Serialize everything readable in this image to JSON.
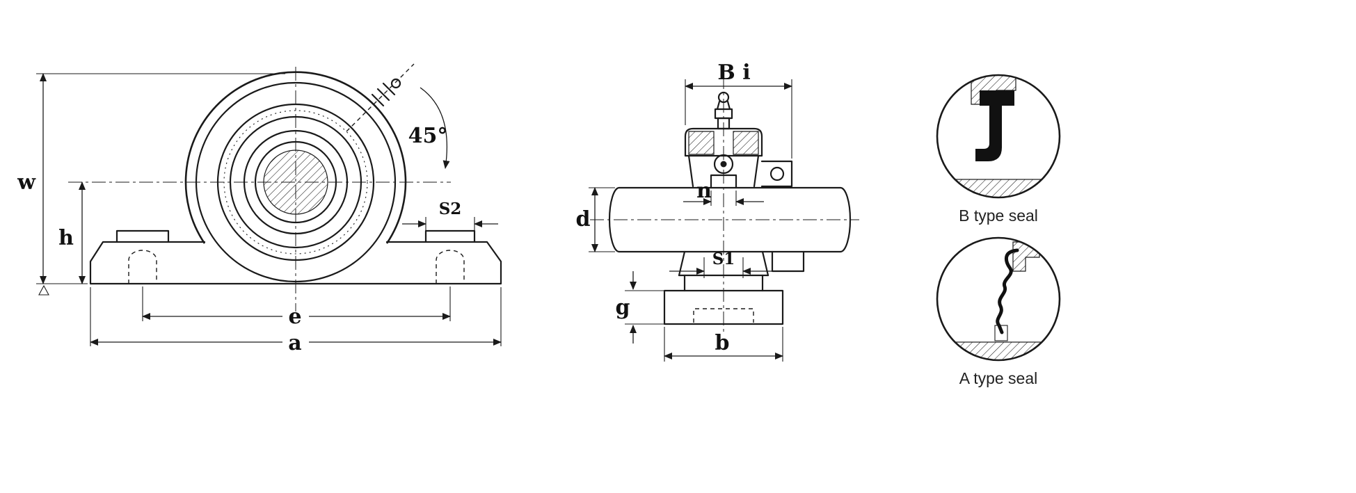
{
  "diagram": {
    "front_view": {
      "w": "w",
      "h": "h",
      "e": "e",
      "a": "a",
      "s2": "S2",
      "angle": "45°"
    },
    "side_view": {
      "bi": "B i",
      "n": "n",
      "d": "d",
      "s1": "S1",
      "g": "g",
      "b": "b"
    },
    "seals": {
      "b_type": "B type seal",
      "a_type": "A type seal"
    }
  },
  "colors": {
    "line": "#1a1a1a",
    "background": "#ffffff"
  }
}
